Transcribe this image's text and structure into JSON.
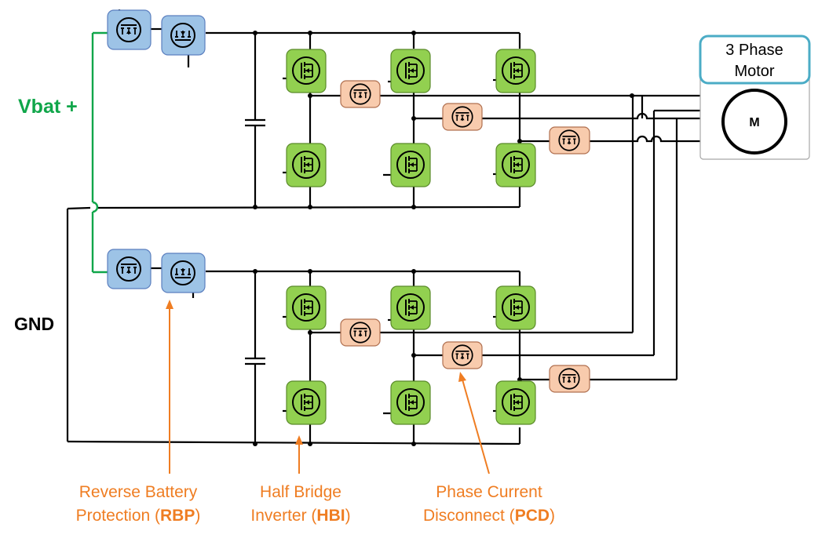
{
  "labels": {
    "vbat": "Vbat +",
    "gnd": "GND",
    "motor_line1": "3 Phase",
    "motor_line2": "Motor",
    "motor_symbol": "M"
  },
  "annotations": {
    "rbp": {
      "line1": "Reverse Battery",
      "line2_pre": "Protection (",
      "abbr": "RBP",
      "line2_post": ")"
    },
    "hbi": {
      "line1": "Half Bridge",
      "line2_pre": "Inverter (",
      "abbr": "HBI",
      "line2_post": ")"
    },
    "pcd": {
      "line1": "Phase Current",
      "line2_pre": "Disconnect (",
      "abbr": "PCD",
      "line2_post": ")"
    }
  },
  "colors": {
    "rbp_fill": "#9dc3e6",
    "rbp_stroke": "#5b7fbf",
    "hbi_fill": "#92d050",
    "hbi_stroke": "#5a8a2a",
    "pcd_fill": "#f8cbad",
    "pcd_stroke": "#b07050",
    "vbat_wire": "#10a64a",
    "annotation": "#ef7d22",
    "motor_border": "#4bacc6"
  },
  "icons": [
    "mosfet-icon",
    "capacitor-icon",
    "motor-icon",
    "arrow-icon"
  ]
}
